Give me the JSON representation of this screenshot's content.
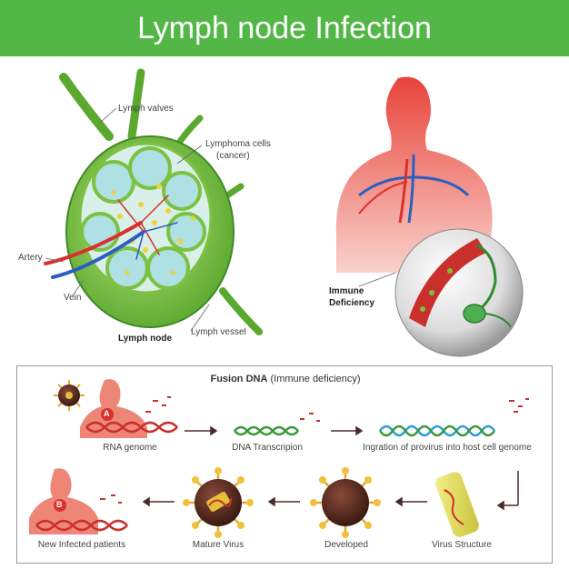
{
  "header": {
    "title": "Lymph node Infection"
  },
  "colors": {
    "header_bg": "#53b747",
    "node_green": "#7cc242",
    "body_red": "#e8433a",
    "dna_red": "#c9302c",
    "dna_green": "#3a9a3a",
    "dna_blue": "#2a9fd6"
  },
  "lymph_node": {
    "labels": {
      "lymph_valves": "Lymph valves",
      "lymphoma_cells": "Lymphoma cells",
      "lymphoma_cells_sub": "(cancer)",
      "artery": "Artery",
      "vein": "Vein",
      "lymph_node": "Lymph node",
      "lymph_vessel": "Lymph vessel"
    }
  },
  "immune": {
    "label_line1": "Immune",
    "label_line2": "Deficiency"
  },
  "process": {
    "title_main": "Fusion DNA",
    "title_sub": "(Immune deficiency)",
    "badge_a": "A",
    "badge_b": "B",
    "steps": {
      "rna_genome": "RNA genome",
      "dna_transcription": "DNA Transcripion",
      "integration": "Ingration of provirus into host cell genome",
      "virus_structure": "Virus Structure",
      "developed": "Developed",
      "mature_virus": "Mature Virus",
      "new_infected": "New Infected patients"
    }
  }
}
